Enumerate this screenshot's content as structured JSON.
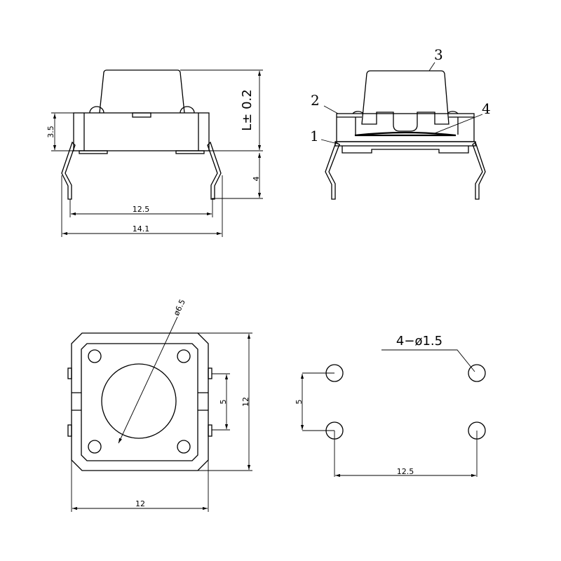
{
  "side_view": {
    "dim_height_body": "3.5",
    "dim_height_total": "L± 0.2",
    "dim_pin_length": "4",
    "dim_pin_spacing": "12.5",
    "dim_overall_width": "14.1"
  },
  "section_view": {
    "callouts": [
      "1",
      "2",
      "3",
      "4"
    ]
  },
  "top_view": {
    "dim_button_diameter": "ø6.5",
    "dim_tab_spacing": "5",
    "dim_height": "12",
    "dim_width": "12"
  },
  "footprint": {
    "hole_label": "4−ø1.5",
    "dim_vertical": "5",
    "dim_horizontal": "12.5"
  }
}
